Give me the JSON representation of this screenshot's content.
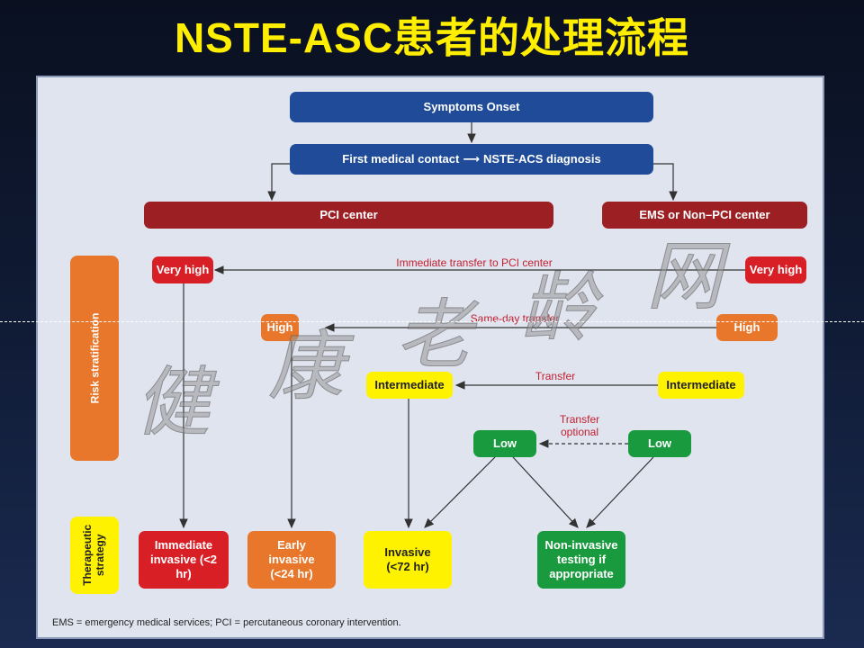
{
  "title": "NSTE-ASC患者的处理流程",
  "flow": {
    "symptoms_onset": "Symptoms Onset",
    "first_contact": "First medical contact",
    "diagnosis": "NSTE-ACS diagnosis",
    "pci_center": "PCI center",
    "ems_center": "EMS or Non–PCI center"
  },
  "risk_label": "Risk stratification",
  "strategy_label": "Therapeutic strategy",
  "risk_left": {
    "very_high": "Very high",
    "high": "High",
    "intermediate": "Intermediate",
    "low": "Low"
  },
  "risk_right": {
    "very_high": "Very high",
    "high": "High",
    "intermediate": "Intermediate",
    "low": "Low"
  },
  "transfers": {
    "immediate": "Immediate transfer to PCI center",
    "same_day": "Same-day transfer",
    "transfer": "Transfer",
    "optional": "Transfer optional"
  },
  "strategies": {
    "immediate": "Immediate invasive (<2 hr)",
    "early": "Early invasive (<24 hr)",
    "invasive": "Invasive (<72 hr)",
    "noninvasive": "Non-invasive testing if appropriate"
  },
  "footnote": "EMS = emergency medical services; PCI = percutaneous coronary intervention.",
  "watermark": [
    "健",
    "康",
    "老",
    "龄",
    "网"
  ],
  "colors": {
    "blue": "#1f4b99",
    "dark_red": "#9c1f24",
    "red": "#d91f26",
    "orange": "#e8772b",
    "yellow": "#fff200",
    "green": "#1a9a3e"
  }
}
